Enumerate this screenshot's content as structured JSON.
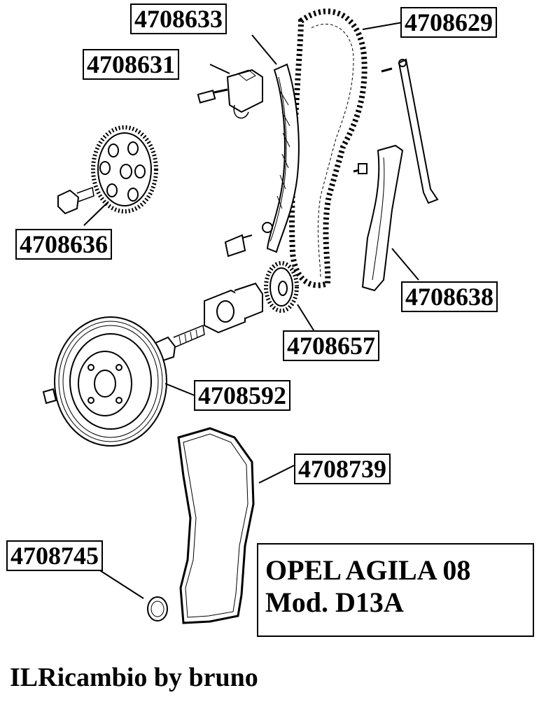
{
  "parts": [
    {
      "id": "p1",
      "code": "4708633",
      "name": "chain-guide-tensioner-rail"
    },
    {
      "id": "p2",
      "code": "4708629",
      "name": "timing-chain"
    },
    {
      "id": "p3",
      "code": "4708631",
      "name": "chain-tensioner"
    },
    {
      "id": "p4",
      "code": "4708636",
      "name": "camshaft-sprocket"
    },
    {
      "id": "p5",
      "code": "4708638",
      "name": "chain-guide-rail"
    },
    {
      "id": "p6",
      "code": "4708657",
      "name": "crankshaft-sprocket"
    },
    {
      "id": "p7",
      "code": "4708592",
      "name": "crankshaft-pulley"
    },
    {
      "id": "p8",
      "code": "4708739",
      "name": "timing-cover-gasket"
    },
    {
      "id": "p9",
      "code": "4708745",
      "name": "oil-seal"
    }
  ],
  "model": {
    "line1": "OPEL AGILA 08",
    "line2": "Mod. D13A"
  },
  "footer": "ILRicambio by bruno"
}
